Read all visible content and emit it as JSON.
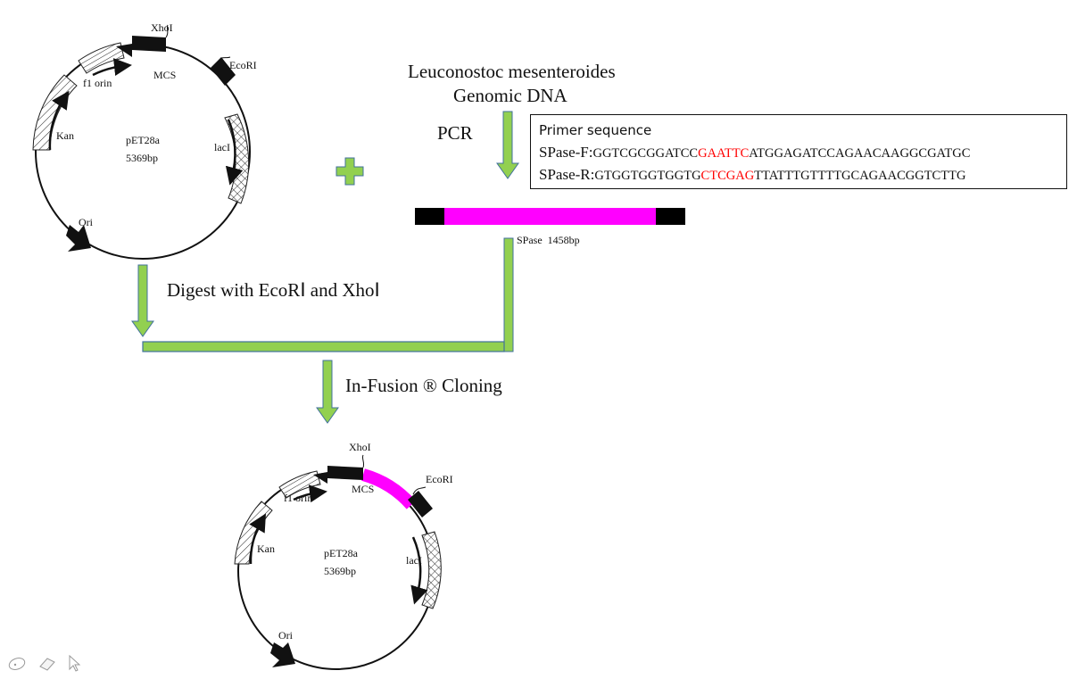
{
  "plasmid_top": {
    "name": "pET28a",
    "size": "5369bp",
    "features": {
      "xhoi": "XhoI",
      "ecori": "EcoRI",
      "mcs": "MCS",
      "f1": "f1 orin",
      "kan": "Kan",
      "laci": "lacI",
      "ori": "Ori"
    }
  },
  "plus_sign": "+",
  "source": {
    "organism": "Leuconostoc mesenteroides",
    "dna": "Genomic DNA",
    "step": "PCR"
  },
  "primers": {
    "title": "Primer sequence",
    "forward": {
      "label": "SPase-F:",
      "seq_pre": "GGTCGCGGATCC",
      "site": "GAATTC",
      "seq_post": "ATGGAGATCCAGAACAAGGCGATGC"
    },
    "reverse": {
      "label": "SPase-R:",
      "seq_pre": "GTGGTGGTGGTG",
      "site": "CTCGAG",
      "seq_post": "TTATTTGTTTTGCAGAACGGTCTTG"
    }
  },
  "insert": {
    "label": "SPase  1458bp"
  },
  "steps": {
    "digest": "Digest with EcoRⅠ and XhoⅠ",
    "cloning": "In-Fusion ® Cloning"
  },
  "plasmid_bottom": {
    "name": "pET28a",
    "size": "5369bp",
    "features": {
      "xhoi": "XhoI",
      "ecori": "EcoRI",
      "mcs": "MCS",
      "f1": "f1 orin",
      "kan": "Kan",
      "laci": "lacI",
      "ori": "Ori"
    }
  },
  "colors": {
    "arrow_fill": "#92d050",
    "arrow_stroke": "#41719c",
    "insert": "#ff00ff",
    "insert_ends": "#000000",
    "restriction_site": "#ff0000"
  },
  "toolbar": {
    "tools": [
      "pen-tool",
      "eraser-tool",
      "pointer-tool"
    ]
  }
}
